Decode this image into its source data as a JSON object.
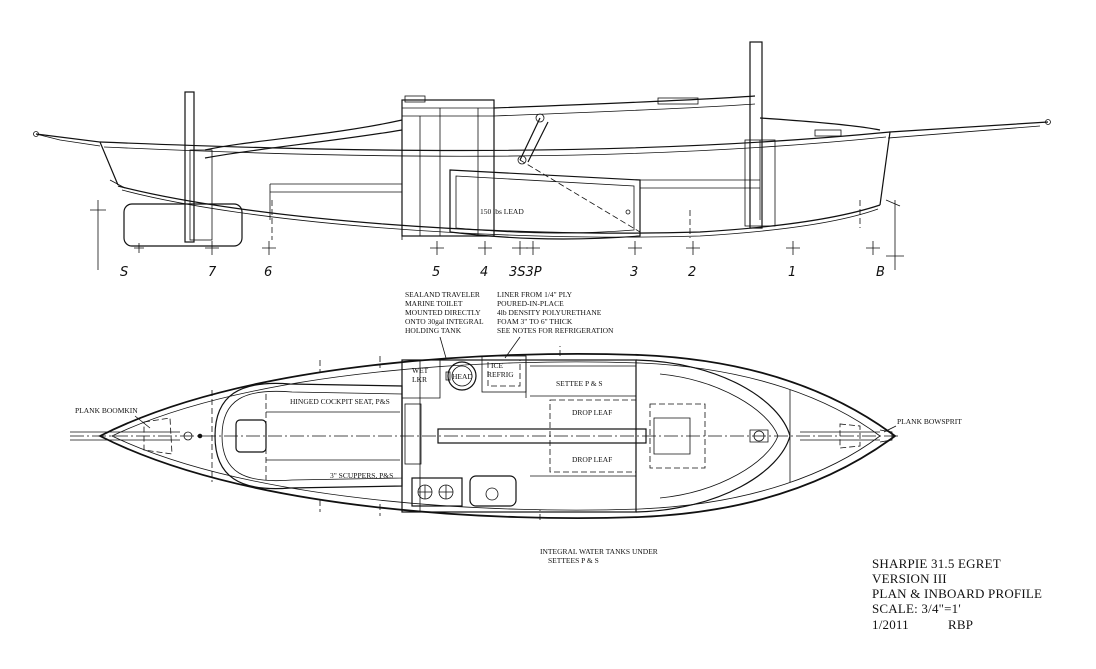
{
  "profile": {
    "lead_label": "150 lbs LEAD",
    "stations": [
      "S",
      "7",
      "6",
      "5",
      "4",
      "3S3P",
      "3",
      "2",
      "1",
      "B"
    ]
  },
  "notes": {
    "left": [
      "SEALAND TRAVELER",
      "MARINE TOILET",
      "MOUNTED DIRECTLY",
      "ONTO 30gal INTEGRAL",
      "HOLDING TANK"
    ],
    "right": [
      "LINER FROM 1/4\" PLY",
      "POURED-IN-PLACE",
      "4lb DENSITY POLYURETHANE",
      "FOAM 3\" TO 6\" THICK",
      "SEE NOTES FOR REFRIGERATION"
    ]
  },
  "plan": {
    "plank_boomkin": "PLANK BOOMKIN",
    "plank_bowsprit": "PLANK BOWSPRIT",
    "wet_locker": [
      "WET",
      "LKR"
    ],
    "head": "HEAD",
    "ice_refrig": [
      "ICE",
      "REFRIG"
    ],
    "settee": "SETTEE P & S",
    "drop_leaf_top": "DROP LEAF",
    "drop_leaf_bottom": "DROP LEAF",
    "cockpit_seat": "HINGED COCKPIT SEAT, P&S",
    "scuppers": "3\" SCUPPERS, P&S",
    "water_tanks": [
      "INTEGRAL WATER TANKS UNDER",
      "SETTEES P & S"
    ]
  },
  "title_block": {
    "line1": "SHARPIE 31.5 EGRET",
    "line2": "VERSION III",
    "line3": "PLAN & INBOARD PROFILE",
    "line4": "SCALE: 3/4\"=1'",
    "date": "1/2011",
    "initials": "RBP"
  }
}
